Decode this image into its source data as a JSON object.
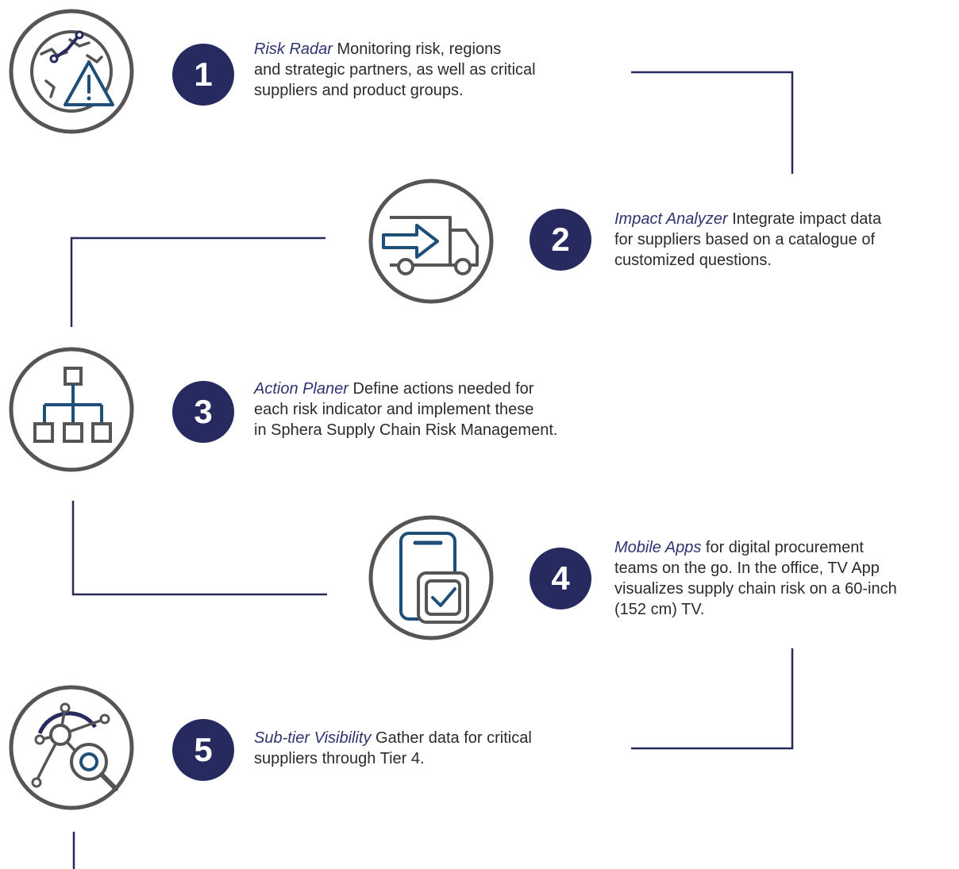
{
  "colors": {
    "navy": "#262a5e",
    "icon_outline": "#555555",
    "icon_accent": "#1f4f78",
    "title": "#2e3470",
    "body_text": "#2b2b2b"
  },
  "steps": [
    {
      "number": "1",
      "title": "Risk Radar",
      "lines": [
        "Monitoring risk, regions",
        "and strategic partners, as well as critical",
        "suppliers and product groups."
      ],
      "icon": "globe-warning-icon"
    },
    {
      "number": "2",
      "title": "Impact Analyzer",
      "lines": [
        "Integrate impact data",
        "for suppliers based on a catalogue of",
        "customized questions."
      ],
      "icon": "delivery-truck-icon"
    },
    {
      "number": "3",
      "title": "Action Planer",
      "lines": [
        "Define actions needed for",
        "each risk indicator and implement these",
        "in Sphera Supply Chain Risk Management."
      ],
      "icon": "org-chart-icon"
    },
    {
      "number": "4",
      "title": "Mobile Apps",
      "lines": [
        "for digital procurement",
        "teams on the go. In the office, TV App",
        "visualizes supply chain risk on a 60-inch",
        "(152 cm) TV."
      ],
      "icon": "clipboard-check-icon"
    },
    {
      "number": "5",
      "title": "Sub-tier Visibility",
      "lines": [
        "Gather data for critical",
        "suppliers through Tier 4."
      ],
      "icon": "network-search-icon"
    }
  ]
}
